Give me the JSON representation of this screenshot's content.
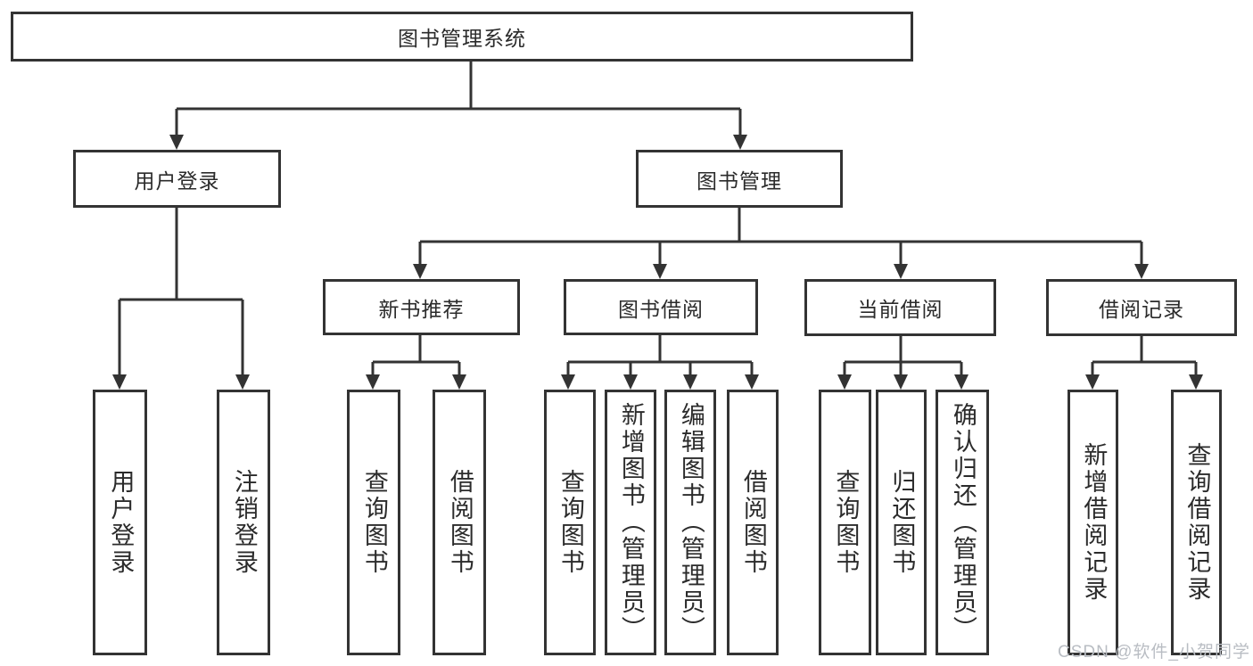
{
  "title": "图书管理系统",
  "colors": {
    "line": "#333333",
    "text": "#2b2b2b",
    "box_background": "#ffffff",
    "watermark": "#b9bdc3"
  },
  "watermark": {
    "text": "CSDN @软件_小贺同学"
  },
  "nodes": {
    "root": "图书管理系统",
    "l2": [
      "用户登录",
      "图书管理"
    ],
    "l3": [
      "新书推荐",
      "图书借阅",
      "当前借阅",
      "借阅记录"
    ],
    "l4": [
      "用户登录",
      "注销登录",
      "查询图书",
      "借阅图书",
      "查询图书",
      "新增图书（管理员）",
      "编辑图书（管理员）",
      "借阅图书",
      "查询图书",
      "归还图书",
      "确认归还（管理员）",
      "新增借阅记录",
      "查询借阅记录"
    ]
  },
  "hierarchy": {
    "图书管理系统": [
      "用户登录",
      "图书管理"
    ],
    "用户登录": [
      "用户登录",
      "注销登录"
    ],
    "图书管理": [
      "新书推荐",
      "图书借阅",
      "当前借阅",
      "借阅记录"
    ],
    "新书推荐": [
      "查询图书",
      "借阅图书"
    ],
    "图书借阅": [
      "查询图书",
      "新增图书（管理员）",
      "编辑图书（管理员）",
      "借阅图书"
    ],
    "当前借阅": [
      "查询图书",
      "归还图书",
      "确认归还（管理员）"
    ],
    "借阅记录": [
      "新增借阅记录",
      "查询借阅记录"
    ]
  }
}
